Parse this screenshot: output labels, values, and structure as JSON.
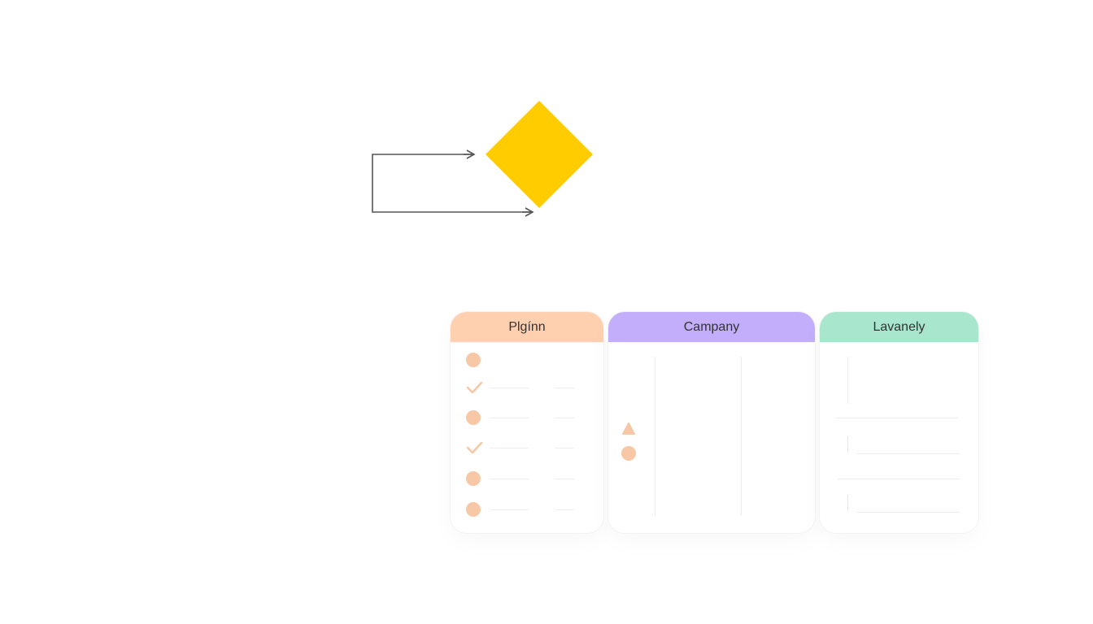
{
  "colors": {
    "diamond": "#FFCC00",
    "arrow": "#555555",
    "plugin_header": "#FFD0B0",
    "plugin_accent": "#F8C8A6",
    "company_header": "#C2AEFA",
    "lavanely_header": "#A8E6CE"
  },
  "flow": {
    "shape_icon": "diamond-shape",
    "arrows": 2
  },
  "columns": [
    {
      "title": "Plgínn",
      "items": [
        "dot-icon",
        "check-icon",
        "dot-icon",
        "check-icon",
        "dot-icon",
        "dot-icon"
      ]
    },
    {
      "title": "Campany",
      "items": [
        "triangle-icon",
        "dot-icon"
      ]
    },
    {
      "title": "Lavanely",
      "rows": 4
    }
  ]
}
